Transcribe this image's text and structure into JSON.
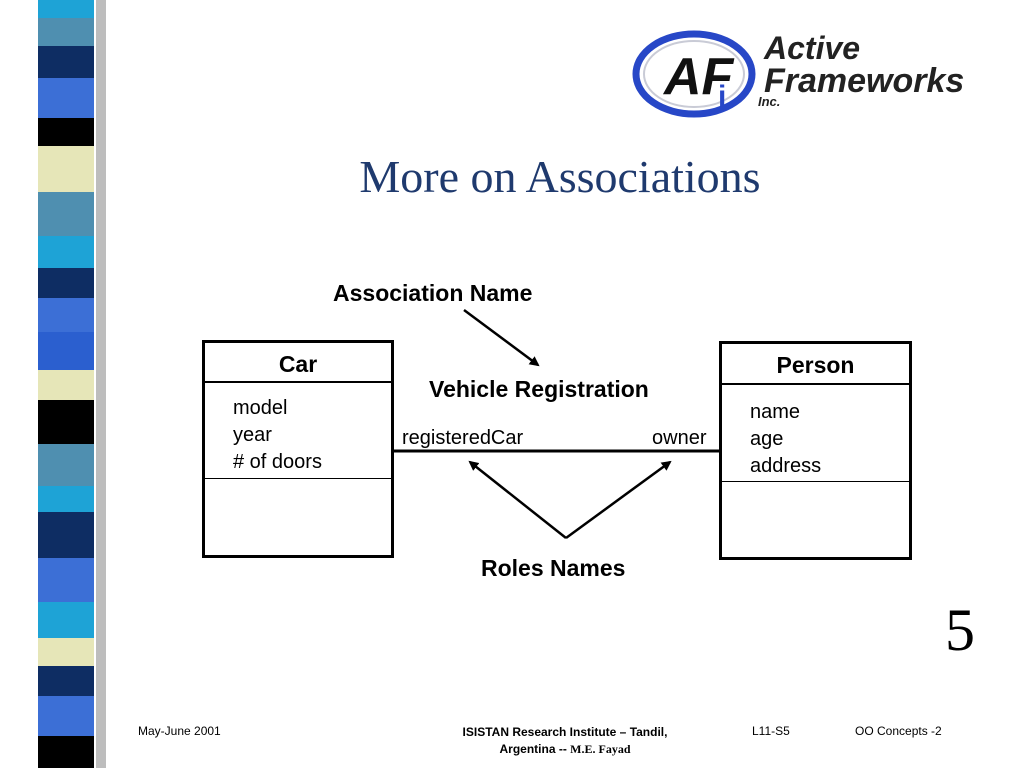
{
  "logo": {
    "mark_letters": "AF",
    "mark_sub": "i",
    "line1": "Active",
    "line2": "Frameworks",
    "line3": "Inc."
  },
  "slide": {
    "title": "More on Associations",
    "number": "5"
  },
  "diagram": {
    "association_name_label": "Association Name",
    "association_name": "Vehicle Registration",
    "roles_label": "Roles Names",
    "role_left": "registeredCar",
    "role_right": "owner",
    "classes": [
      {
        "name": "Car",
        "attributes": [
          "model",
          "year",
          "# of doors"
        ]
      },
      {
        "name": "Person",
        "attributes": [
          "name",
          "age",
          "address"
        ]
      }
    ]
  },
  "footer": {
    "date": "May-June 2001",
    "institute_line1": "ISISTAN Research Institute – Tandil,",
    "institute_line2": "Argentina --",
    "author": "M.E. Fayad",
    "slide_code": "L11-S5",
    "course": "OO Concepts -2"
  },
  "colors": {
    "title": "#1f3a6e",
    "logo_ring": "#2747c7",
    "strip_dark": "#0e2d63",
    "strip_blue": "#3c6fd6",
    "strip_cyan": "#1ea3d6",
    "strip_cream": "#e6e6b8",
    "strip_teal": "#4f8fb0"
  }
}
